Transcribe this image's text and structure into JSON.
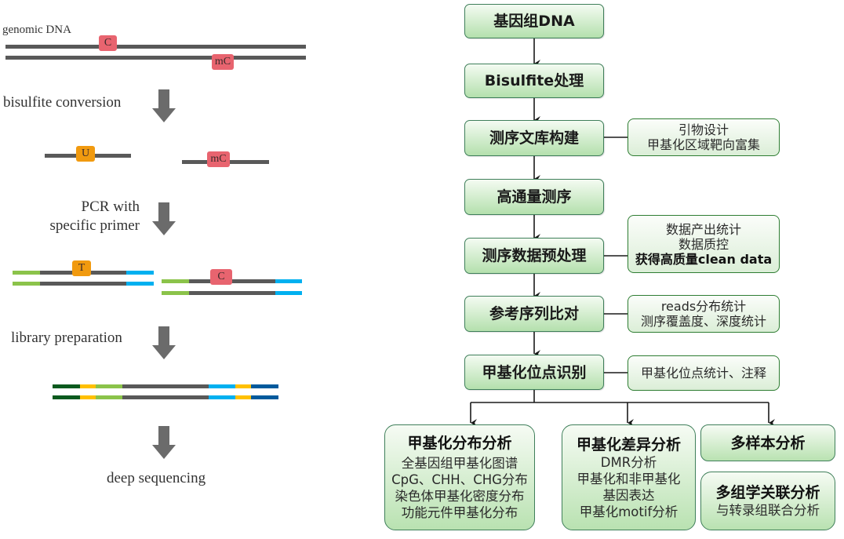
{
  "left_panel": {
    "steps": {
      "genomic_dna": "genomic DNA",
      "bisulfite": "bisulfite conversion",
      "pcr_line1": "PCR with",
      "pcr_line2": "specific primer",
      "library": "library preparation",
      "deep_seq": "deep sequencing"
    },
    "bases": {
      "c_top": "C",
      "mc_bottom": "mC",
      "u": "U",
      "mc_after": "mC",
      "t": "T",
      "c_pcr": "C"
    },
    "colors": {
      "strand": "#595959",
      "unmethylated_base": "#e8646f",
      "converted_base": "#f19a0f",
      "primer_left": "#8bc34a",
      "primer_right": "#00b0f0",
      "adapter_dark_green": "#0b5a1e",
      "adapter_yellow": "#ffc000",
      "adapter_dark_blue": "#005a9c",
      "arrow": "#6b6b6b"
    }
  },
  "flowchart": {
    "main_steps": [
      {
        "label": "基因组DNA"
      },
      {
        "label": "Bisulfite处理"
      },
      {
        "label": "测序文库构建"
      },
      {
        "label": "高通量测序"
      },
      {
        "label": "测序数据预处理"
      },
      {
        "label": "参考序列比对"
      },
      {
        "label": "甲基化位点识别"
      }
    ],
    "side_notes": [
      {
        "lines": [
          "引物设计",
          "甲基化区域靶向富集"
        ]
      },
      {
        "lines": [
          "数据产出统计",
          "数据质控"
        ],
        "bold_line": "获得高质量clean data"
      },
      {
        "lines": [
          "reads分布统计",
          "测序覆盖度、深度统计"
        ]
      },
      {
        "lines": [
          "甲基化位点统计、注释"
        ]
      }
    ],
    "analyses": [
      {
        "title": "甲基化分布分析",
        "lines": [
          "全基因组甲基化图谱",
          "CpG、CHH、CHG分布",
          "染色体甲基化密度分布",
          "功能元件甲基化分布"
        ]
      },
      {
        "title": "甲基化差异分析",
        "lines": [
          "DMR分析",
          "甲基化和非甲基化",
          "基因表达",
          "甲基化motif分析"
        ]
      },
      {
        "title": "多样本分析",
        "lines": []
      },
      {
        "title": "多组学关联分析",
        "lines": [
          "与转录组联合分析"
        ]
      }
    ],
    "colors": {
      "box_border": "#3f7f5a",
      "box_fill_top": "#f4fbf2",
      "box_fill_bottom": "#b4e0ad",
      "side_border": "#2e7d32",
      "connector": "#1a1a1a"
    }
  }
}
